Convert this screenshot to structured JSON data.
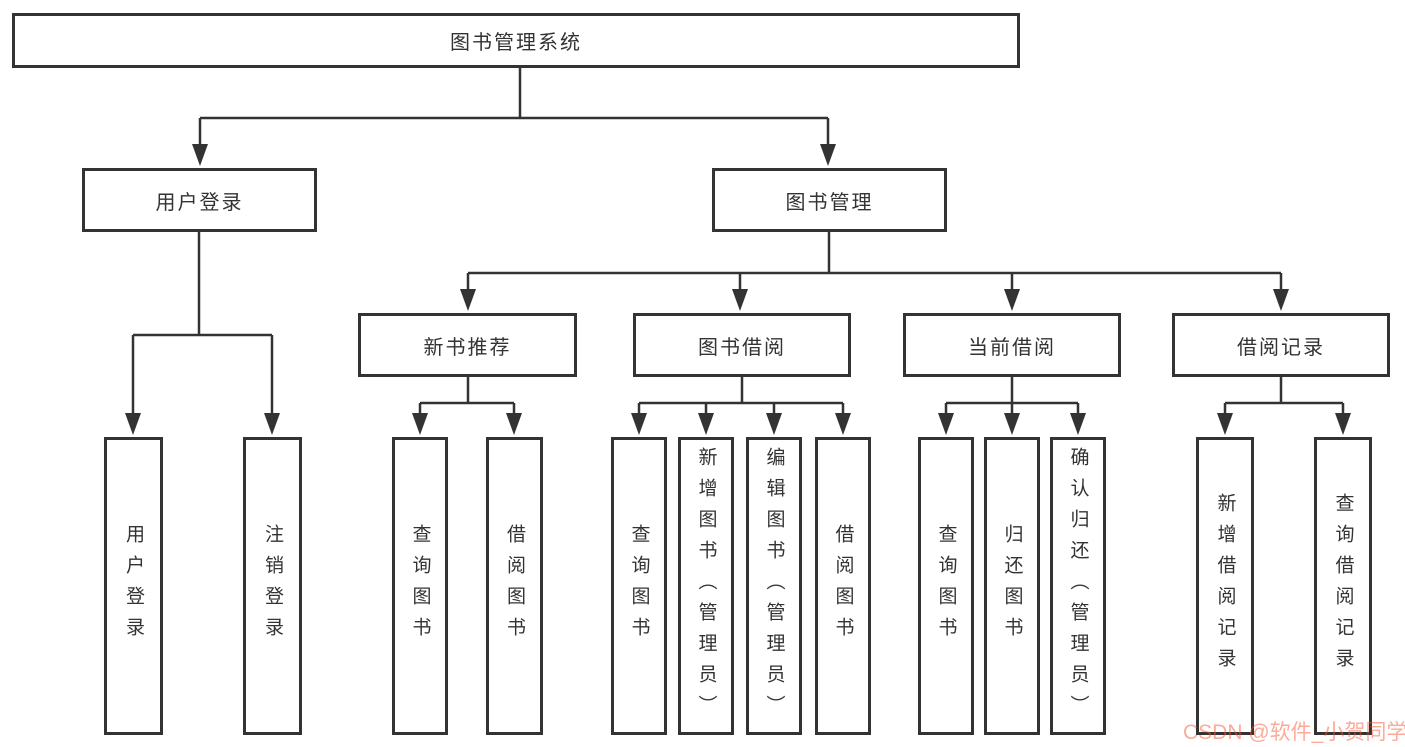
{
  "diagram": {
    "title": "图书管理系统",
    "type": "tree"
  },
  "nodes": {
    "root": "图书管理系统",
    "user_login": "用户登录",
    "book_mgmt": "图书管理",
    "new_book_rec": "新书推荐",
    "book_borrow": "图书借阅",
    "current_borrow": "当前借阅",
    "borrow_records": "借阅记录",
    "leaf_user_login": "用户登录",
    "leaf_logout": "注销登录",
    "leaf_query_book_rec": "查询图书",
    "leaf_borrow_book_rec": "借阅图书",
    "leaf_query_book_borrow": "查询图书",
    "leaf_add_book_admin": "新增图书（管理员）",
    "leaf_edit_book_admin": "编辑图书（管理员）",
    "leaf_borrow_book_borrow": "借阅图书",
    "leaf_query_book_current": "查询图书",
    "leaf_return_book": "归还图书",
    "leaf_confirm_return_admin": "确认归还（管理员）",
    "leaf_add_borrow_record": "新增借阅记录",
    "leaf_query_borrow_record": "查询借阅记录"
  },
  "hierarchy": {
    "图书管理系统": [
      "用户登录",
      "图书管理"
    ],
    "用户登录": [
      "用户登录",
      "注销登录"
    ],
    "图书管理": [
      "新书推荐",
      "图书借阅",
      "当前借阅",
      "借阅记录"
    ],
    "新书推荐": [
      "查询图书",
      "借阅图书"
    ],
    "图书借阅": [
      "查询图书",
      "新增图书（管理员）",
      "编辑图书（管理员）",
      "借阅图书"
    ],
    "当前借阅": [
      "查询图书",
      "归还图书",
      "确认归还（管理员）"
    ],
    "借阅记录": [
      "新增借阅记录",
      "查询借阅记录"
    ]
  },
  "colors": {
    "line": "#333333",
    "box_border": "#333333",
    "text": "#333333",
    "watermark": "#fc5531"
  },
  "watermark": {
    "text": "CSDN @软件_小贺同学",
    "style": "color:rgba(252,85,49,0.5)"
  }
}
